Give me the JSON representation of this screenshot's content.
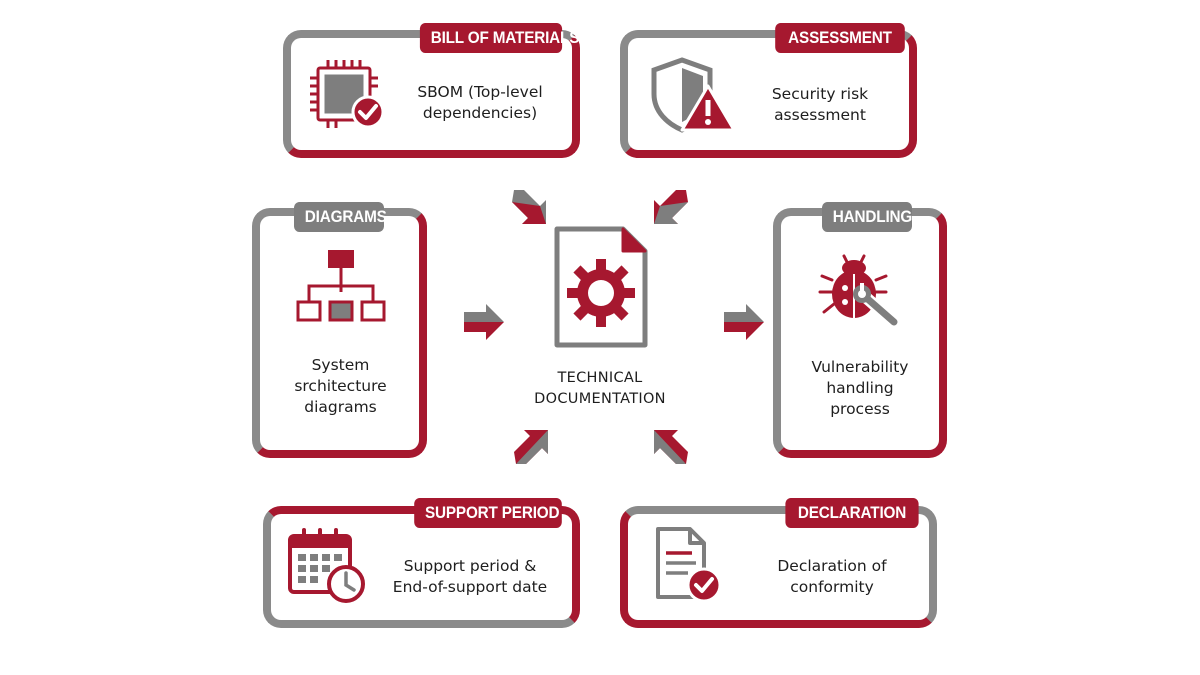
{
  "colors": {
    "accent": "#a6182f",
    "grey": "#7e7e7e"
  },
  "center": {
    "icon": "gear-document-icon",
    "label_line1": "TECHNICAL",
    "label_line2": "DOCUMENTATION"
  },
  "cards": {
    "bom": {
      "tag": "BILL OF MATERIALS",
      "icon": "chip-check-icon",
      "line1": "SBOM (Top-level",
      "line2": "dependencies)"
    },
    "assessment": {
      "tag": "ASSESSMENT",
      "icon": "shield-warning-icon",
      "line1": "Security risk",
      "line2": "assessment"
    },
    "diagrams": {
      "tag": "DIAGRAMS",
      "icon": "hierarchy-icon",
      "line1": "System",
      "line2": "srchitecture",
      "line3": "diagrams"
    },
    "handling": {
      "tag": "HANDLING",
      "icon": "bug-wrench-icon",
      "line1": "Vulnerability",
      "line2": "handling",
      "line3": "process"
    },
    "support": {
      "tag": "SUPPORT PERIOD",
      "icon": "calendar-clock-icon",
      "line1": "Support period &",
      "line2": "End-of-support date"
    },
    "declaration": {
      "tag": "DECLARATION",
      "icon": "document-check-icon",
      "line1": "Declaration of",
      "line2": "conformity"
    }
  }
}
